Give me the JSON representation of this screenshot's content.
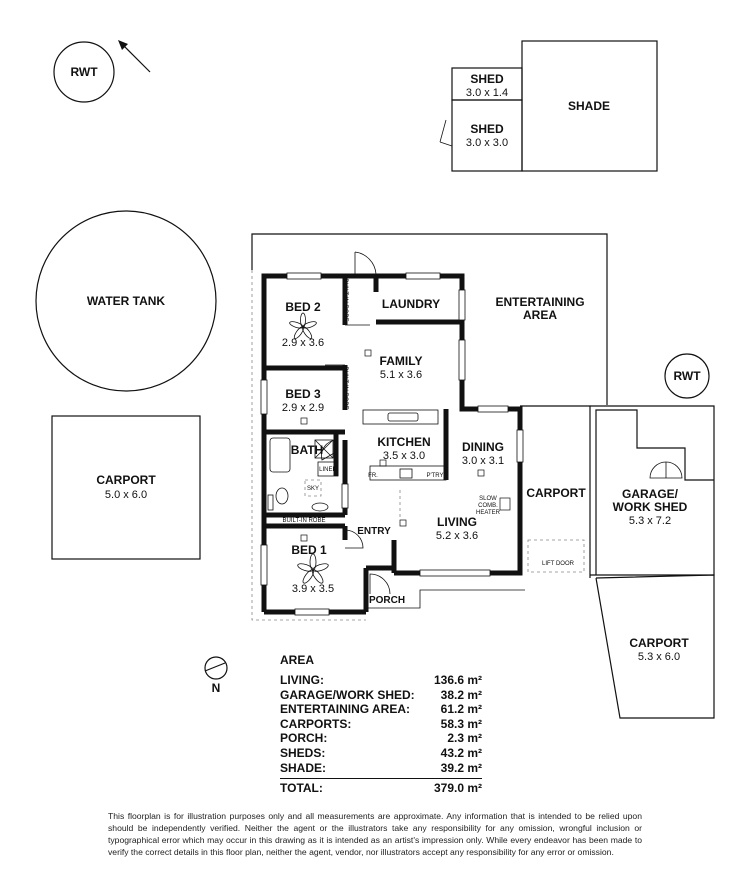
{
  "compass": {
    "label": "N"
  },
  "rooms": {
    "bed2": {
      "name": "BED 2",
      "size": "2.9 x 3.6"
    },
    "bed3": {
      "name": "BED 3",
      "size": "2.9 x 2.9"
    },
    "bed1": {
      "name": "BED 1",
      "size": "3.9 x 3.5"
    },
    "laundry": {
      "name": "LAUNDRY"
    },
    "family": {
      "name": "FAMILY",
      "size": "5.1 x 3.6"
    },
    "kitchen": {
      "name": "KITCHEN",
      "size": "3.5 x 3.0"
    },
    "dining": {
      "name": "DINING",
      "size": "3.0 x 3.1"
    },
    "living": {
      "name": "LIVING",
      "size": "5.2 x 3.6"
    },
    "bath": {
      "name": "BATH"
    },
    "entry": {
      "name": "ENTRY"
    },
    "porch": {
      "name": "PORCH"
    },
    "entertaining": {
      "line1": "ENTERTAINING",
      "line2": "AREA"
    },
    "carport_center": {
      "name": "CARPORT"
    },
    "garage": {
      "line1": "GARAGE/",
      "line2": "WORK SHED",
      "size": "5.3 x 7.2"
    },
    "carport_right": {
      "name": "CARPORT",
      "size": "5.3 x 6.0"
    },
    "carport_left": {
      "name": "CARPORT",
      "size": "5.0 x 6.0"
    },
    "water_tank": {
      "name": "WATER TANK"
    },
    "rwt_left": {
      "name": "RWT"
    },
    "rwt_right": {
      "name": "RWT"
    },
    "shed1": {
      "name": "SHED",
      "size": "3.0 x 1.4"
    },
    "shed2": {
      "name": "SHED",
      "size": "3.0 x 3.0"
    },
    "shade": {
      "name": "SHADE"
    }
  },
  "small_labels": {
    "built_in_robe_bed2": "BUILT-IN ROBE",
    "built_in_robe_bed3": "BUILT-IN ROBE",
    "built_in_robe_bed1": "BUILT-IN ROBE",
    "linen": "LINEN",
    "sky": "SKY",
    "fr": "FR.",
    "pantry": "P'TRY",
    "heater_line1": "SLOW",
    "heater_line2": "COMB.",
    "heater_line3": "HEATER",
    "lift_door": "LIFT DOOR"
  },
  "area_table": {
    "title": "AREA",
    "rows": [
      {
        "label": "LIVING:",
        "value": "136.6 m²"
      },
      {
        "label": "GARAGE/WORK SHED:",
        "value": "38.2 m²"
      },
      {
        "label": "ENTERTAINING AREA:",
        "value": "61.2 m²"
      },
      {
        "label": "CARPORTS:",
        "value": "58.3 m²"
      },
      {
        "label": "PORCH:",
        "value": "2.3 m²"
      },
      {
        "label": "SHEDS:",
        "value": "43.2 m²"
      },
      {
        "label": "SHADE:",
        "value": "39.2 m²"
      }
    ],
    "total": {
      "label": "TOTAL:",
      "value": "379.0 m²"
    }
  },
  "disclaimer": "This floorplan is for illustration purposes only and all measurements are approximate. Any information that is intended to be relied upon should be independently verified. Neither the agent or the illustrators take any responsibility for any omission, wrongful inclusion or typographical error which may occur in this drawing as it is intended as an artist's impression only. While every endeavor has been made to verify the correct details in this floor plan, neither the agent, vendor, nor illustrators accept any responsibility for any error or omission."
}
